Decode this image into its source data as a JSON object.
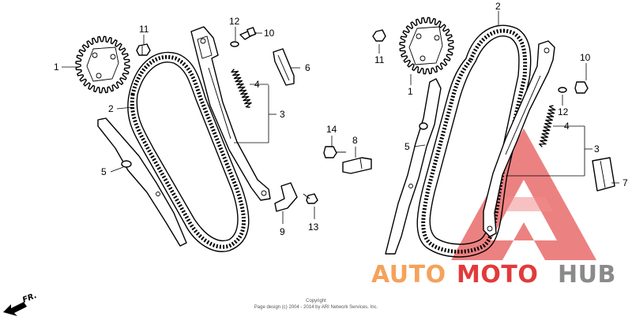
{
  "callouts_left": {
    "n1": "1",
    "n2": "2",
    "n3": "3",
    "n4": "4",
    "n5": "5",
    "n6": "6",
    "n8": "8",
    "n9": "9",
    "n10": "10",
    "n11": "11",
    "n12": "12",
    "n13": "13",
    "n14": "14"
  },
  "callouts_right": {
    "n1": "1",
    "n2": "2",
    "n3": "3",
    "n4": "4",
    "n5": "5",
    "n7": "7",
    "n10": "10",
    "n11": "11",
    "n12": "12"
  },
  "direction": {
    "label": "FR."
  },
  "footer": {
    "line1": "Copyright",
    "line2": "Page design (c) 2004 - 2014 by ARI Network Services, Inc."
  },
  "watermark": {
    "auto": "AUTO",
    "moto": "MOTO",
    "hub": "HUB",
    "colors": {
      "red": "#e23a3a",
      "orange": "#f5a25b",
      "gray": "#8a8a8a"
    }
  }
}
